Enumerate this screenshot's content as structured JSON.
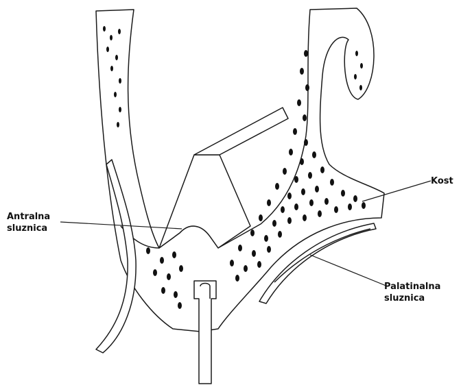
{
  "labels": {
    "antral_line1": "Antralna",
    "antral_line2": "sluznica",
    "bone": "Kost",
    "palatal_line1": "Palatinalna",
    "palatal_line2": "sluznica"
  },
  "colors": {
    "stroke": "#1a1a1a",
    "fill": "#ffffff",
    "dots": "#111111",
    "text": "#111111"
  }
}
